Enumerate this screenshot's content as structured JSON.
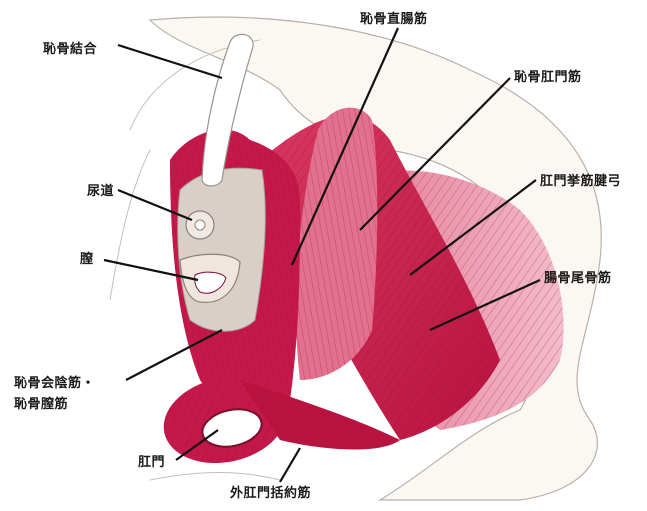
{
  "labels": {
    "pubic_symphysis": "恥骨結合",
    "puborectalis": "恥骨直腸筋",
    "pubococcygeus": "恥骨肛門筋",
    "urethra": "尿道",
    "tendinous_arch": "肛門挙筋腱弓",
    "vagina": "膣",
    "iliococcygeus": "腸骨尾骨筋",
    "puboperineal_line1": "恥骨会陰筋・",
    "puboperineal_line2": "恥骨膣筋",
    "anus": "肛門",
    "external_anal_sphincter": "外肛門括約筋"
  },
  "colors": {
    "muscle_dark": "#c4184a",
    "muscle_mid": "#d83862",
    "muscle_light": "#e87a94",
    "muscle_pale": "#f2b3c2",
    "bone_fill": "#f7f3ee",
    "bone_outline": "#b9b0aa",
    "tissue_gray": "#d9cfc9",
    "leader_line": "#111111"
  }
}
